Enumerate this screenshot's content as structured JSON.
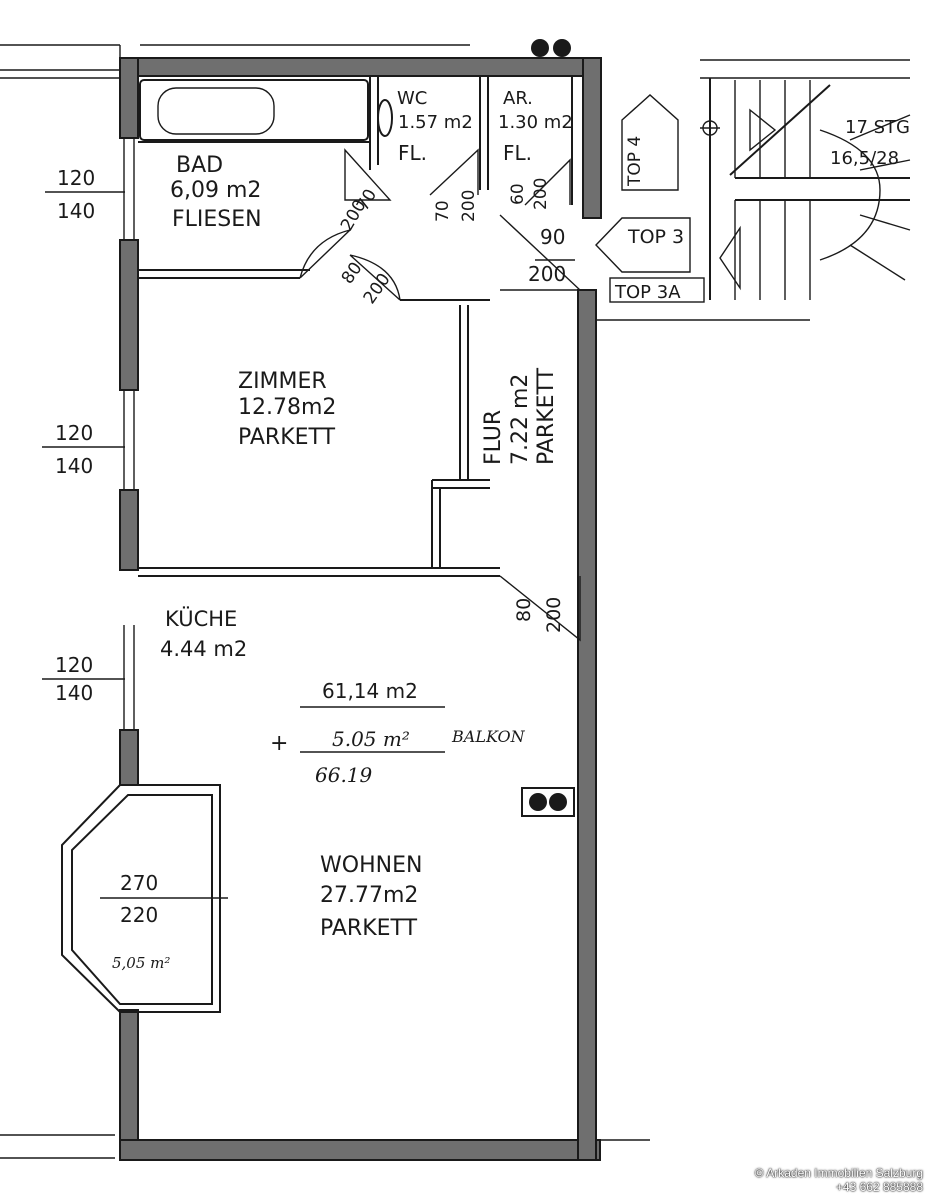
{
  "rooms": {
    "bad": {
      "name": "BAD",
      "area": "6,09 m2",
      "floor": "FLIESEN"
    },
    "wc": {
      "name": "WC",
      "area": "1.57 m2",
      "floor": "FL."
    },
    "ar": {
      "name": "AR.",
      "area": "1.30 m2",
      "floor": "FL."
    },
    "zimmer": {
      "name": "ZIMMER",
      "area": "12.78m2",
      "floor": "PARKETT"
    },
    "flur": {
      "name": "FLUR",
      "area": "7.22 m2",
      "floor": "PARKETT"
    },
    "kueche": {
      "name": "KÜCHE",
      "area": "4.44 m2"
    },
    "wohnen": {
      "name": "WOHNEN",
      "area": "27.77m2",
      "floor": "PARKETT"
    },
    "balkon": {
      "area": "5,05 m²"
    }
  },
  "openings": {
    "window_1": {
      "top": "120",
      "bottom": "140"
    },
    "window_2": {
      "top": "120",
      "bottom": "140"
    },
    "window_3": {
      "top": "120",
      "bottom": "140"
    },
    "balcony_door": {
      "top": "270",
      "bottom": "220"
    },
    "door_bad": {
      "w": "70",
      "h": "200"
    },
    "door_zimmer": {
      "w": "80",
      "h": "200"
    },
    "door_wc": {
      "w": "70",
      "h": "200"
    },
    "door_ar": {
      "w": "60",
      "h": "200"
    },
    "door_entry": {
      "w": "90",
      "h": "200"
    },
    "door_wohnen": {
      "w": "80",
      "h": "200"
    }
  },
  "calc": {
    "line1": "61,14 m2",
    "plus": "+",
    "line2": "5.05 m²",
    "line2_label": "BALKON",
    "total": "66.19"
  },
  "staircase": {
    "label_1": "17 STG",
    "label_2": "16,5/28"
  },
  "neighbors": {
    "top4": "TOP 4",
    "top3": "TOP 3",
    "top3a": "TOP 3A"
  },
  "credit": {
    "line1": "© Arkaden Immobilien Salzburg",
    "line2": "+43 662 885888"
  }
}
